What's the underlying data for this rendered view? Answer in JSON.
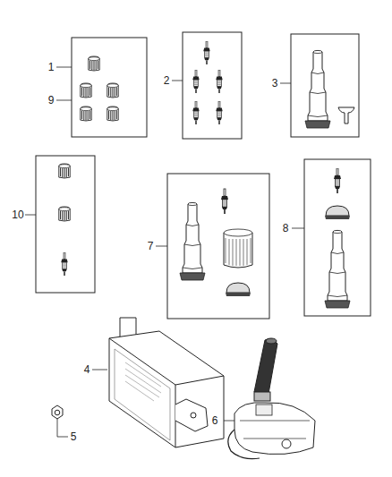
{
  "diagram": {
    "labels": [
      "1",
      "9",
      "2",
      "3",
      "10",
      "7",
      "8",
      "4",
      "5",
      "6"
    ]
  }
}
